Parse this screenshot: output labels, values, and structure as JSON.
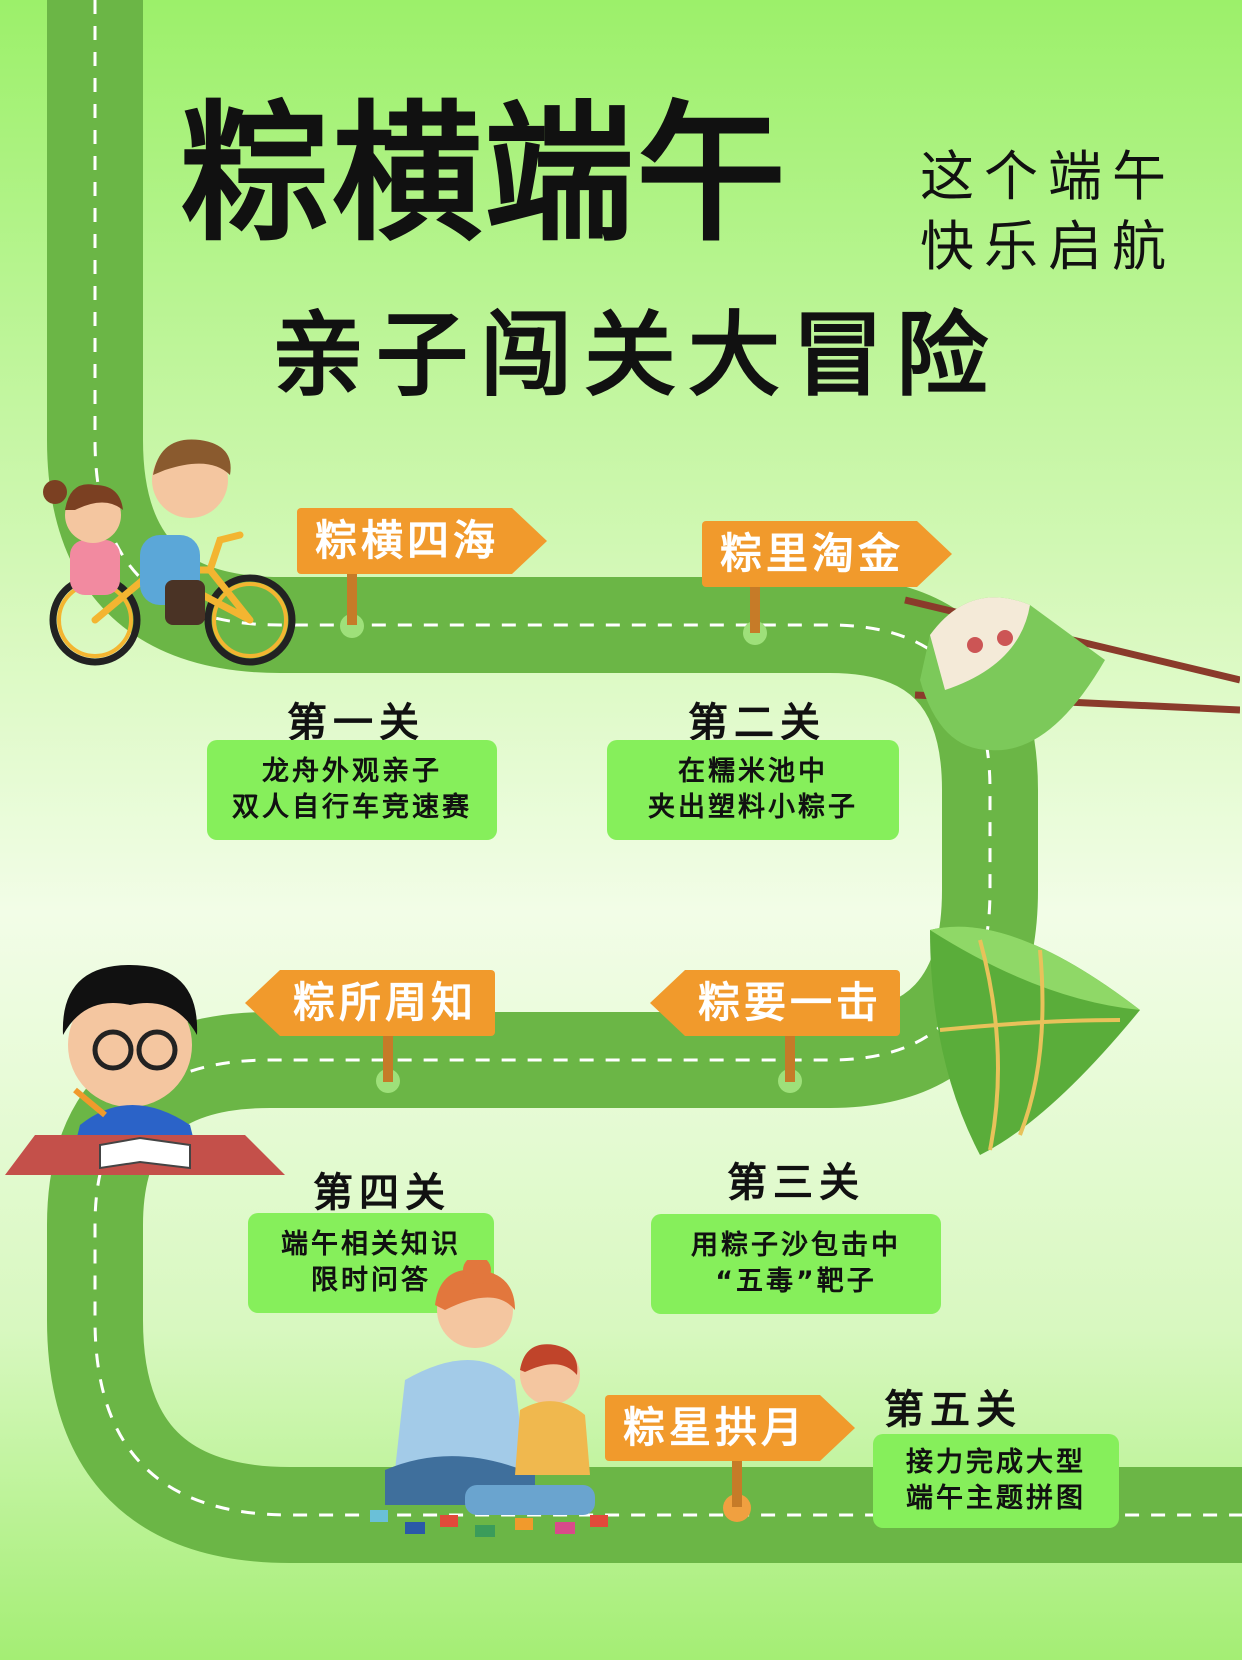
{
  "title": "粽横端午",
  "subtitle": "亲子闯关大冒险",
  "slogan": [
    "这个端午",
    "快乐启航"
  ],
  "signs": [
    "粽横四海",
    "粽里淘金",
    "粽所周知",
    "粽要一击",
    "粽星拱月"
  ],
  "stages": [
    {
      "label": "第一关",
      "task": [
        "龙舟外观亲子",
        "双人自行车竞速赛"
      ]
    },
    {
      "label": "第二关",
      "task": [
        "在糯米池中",
        "夹出塑料小粽子"
      ]
    },
    {
      "label": "第三关",
      "task": [
        "用粽子沙包击中",
        "“五毒”靶子"
      ]
    },
    {
      "label": "第四关",
      "task": [
        "端午相关知识",
        "限时问答"
      ]
    },
    {
      "label": "第五关",
      "task": [
        "接力完成大型",
        "端午主题拼图"
      ]
    }
  ],
  "colors": {
    "road": "#6bb646",
    "sign": "#f19a2c",
    "task_box": "#86ef5b",
    "background": "#d9f9bf"
  }
}
